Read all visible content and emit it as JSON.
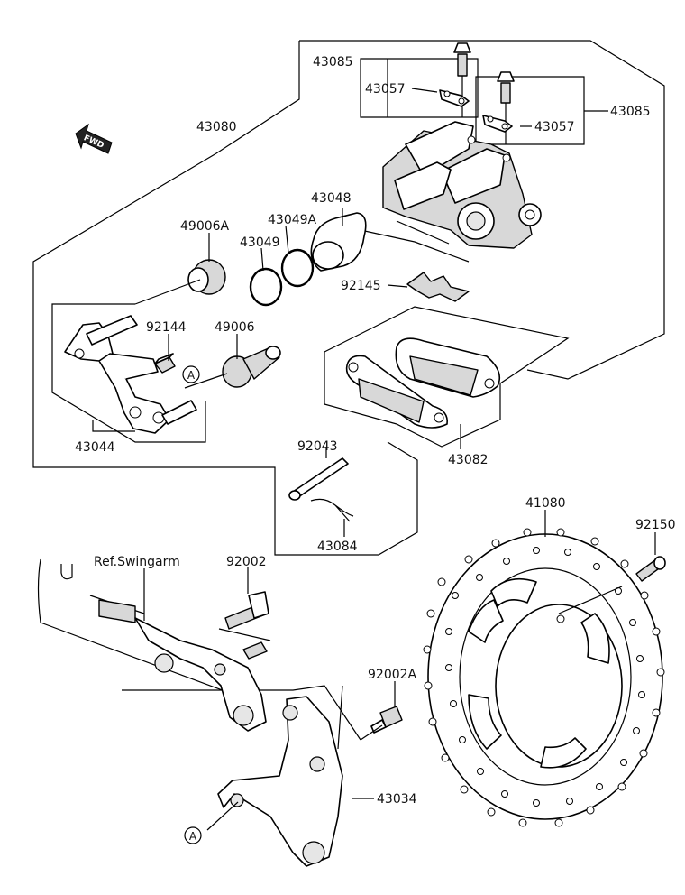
{
  "fwd_label": "FWD",
  "ref_label": "Ref.Swingarm",
  "circle_marker": "A",
  "callouts": {
    "c43085a": "43085",
    "c43085b": "43085",
    "c43057a": "43057",
    "c43057b": "43057",
    "c43080": "43080",
    "c43048": "43048",
    "c43049A": "43049A",
    "c43049": "43049",
    "c49006A": "49006A",
    "c92145": "92145",
    "c92144": "92144",
    "c49006": "49006",
    "c43044": "43044",
    "c92043": "92043",
    "c43082": "43082",
    "c43084": "43084",
    "c41080": "41080",
    "c92150": "92150",
    "c92002": "92002",
    "c92002A": "92002A",
    "c43034": "43034"
  }
}
